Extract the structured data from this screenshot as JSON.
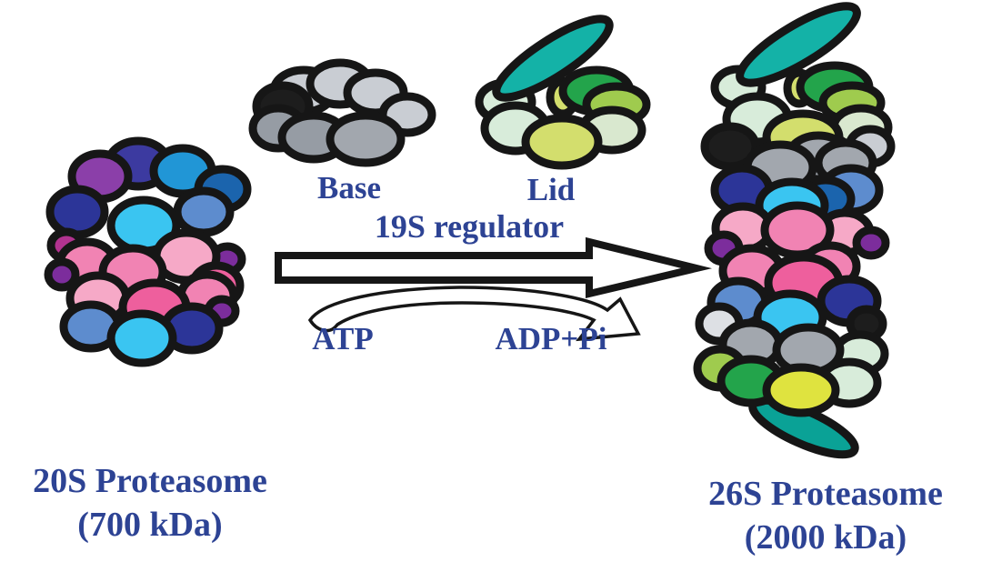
{
  "labels": {
    "base": "Base",
    "lid": "Lid",
    "regulator": "19S regulator",
    "atp": "ATP",
    "adp": "ADP+Pi",
    "left_title": "20S Proteasome",
    "left_subtitle": "(700 kDa)",
    "right_title": "26S Proteasome",
    "right_subtitle": "(2000 kDa)"
  },
  "palette": {
    "outline": "#161616",
    "text": "#2d4394",
    "white": "#ffffff",
    "teal": "#14b2a7",
    "teal_dark": "#0aa296",
    "green": "#23a44b",
    "yellow_green": "#9fcb4e",
    "chartreuse": "#d3de6d",
    "yellow": "#dfe33f",
    "pale_mint": "#d8ecda",
    "pale_green": "#d9e8cf",
    "gray": "#a2a7ae",
    "gray_med": "#969ca4",
    "light_gray": "#c9cdd3",
    "silver": "#dde0e4",
    "black": "#1d1d1d",
    "navy": "#2c3598",
    "royal": "#1b64ad",
    "blue": "#3f7fc4",
    "steel": "#5d8cce",
    "sky": "#2196d6",
    "cyan": "#3ac5f1",
    "purple": "#8b3fa9",
    "dark_purple": "#7c2d9c",
    "violet": "#3c3aa0",
    "magenta": "#b23390",
    "pink": "#f183b3",
    "light_pink": "#f6a9c7",
    "deep_pink": "#ee5f9d"
  }
}
